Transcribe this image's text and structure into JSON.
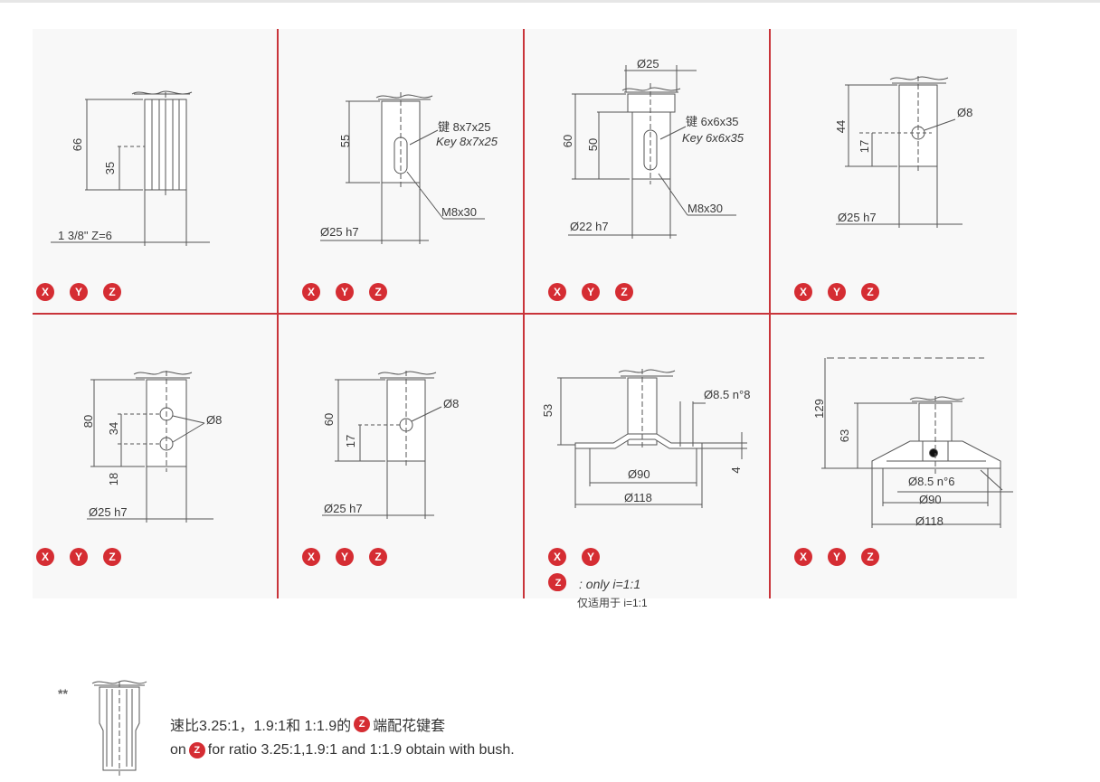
{
  "badge_color": "#d52d33",
  "divider_color": "#c9343a",
  "badges": {
    "x": "X",
    "y": "Y",
    "z": "Z"
  },
  "cells": {
    "c1": {
      "dim_66": "66",
      "dim_35": "35",
      "spline": "1 3/8\" Z=6"
    },
    "c2": {
      "dim_55": "55",
      "key_cn": "键  8x7x25",
      "key_en": "Key 8x7x25",
      "thread": "M8x30",
      "dia": "Ø25 h7"
    },
    "c3": {
      "dia_top": "Ø25",
      "dim_60": "60",
      "dim_50": "50",
      "key_cn": "键  6x6x35",
      "key_en": "Key 6x6x35",
      "thread": "M8x30",
      "dia": "Ø22 h7"
    },
    "c4": {
      "dim_44": "44",
      "dim_17": "17",
      "hole": "Ø8",
      "dia": "Ø25 h7"
    },
    "c5": {
      "dim_80": "80",
      "dim_34": "34",
      "dim_18": "18",
      "hole": "Ø8",
      "dia": "Ø25 h7"
    },
    "c6": {
      "dim_60": "60",
      "dim_17": "17",
      "hole": "Ø8",
      "dia": "Ø25 h7"
    },
    "c7": {
      "dim_53": "53",
      "holes": "Ø8.5 n°8",
      "dim_4": "4",
      "d90": "Ø90",
      "d118": "Ø118",
      "note_en": ": only i=1:1",
      "note_cn": "仅适用于 i=1:1"
    },
    "c8": {
      "dim_129": "129",
      "dim_63": "63",
      "holes": "Ø8.5 n°6",
      "d90": "Ø90",
      "d118": "Ø118"
    }
  },
  "footer": {
    "stars": "**",
    "cn_before": "速比3.25:1，1.9:1和 1:1.9的",
    "cn_after": "端配花键套",
    "en_before": "on",
    "en_after": "for ratio 3.25:1,1.9:1 and 1:1.9 obtain with bush."
  }
}
